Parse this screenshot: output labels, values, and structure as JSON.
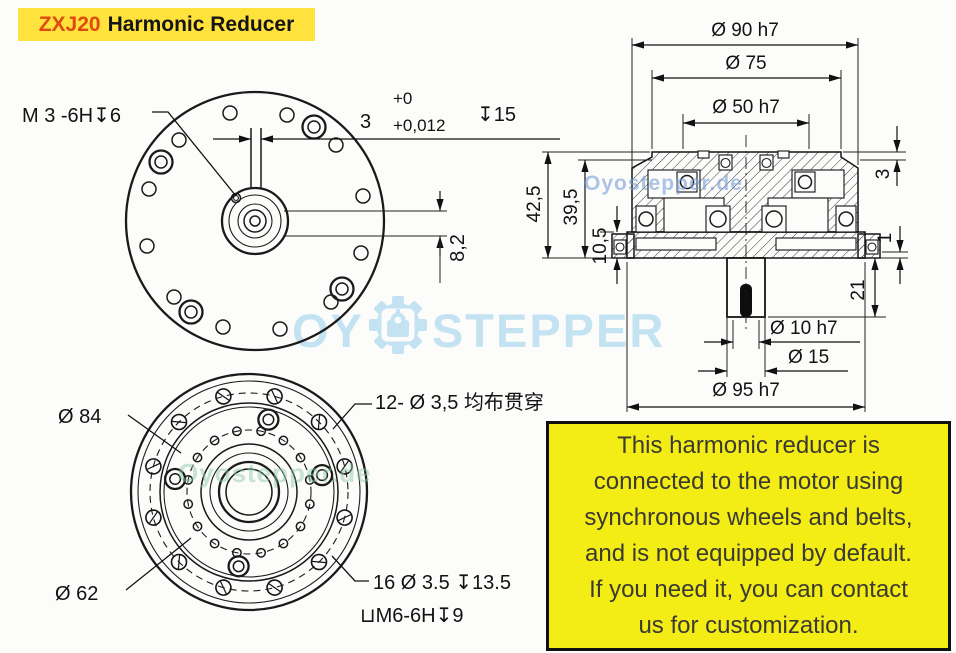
{
  "banner": {
    "model": "ZXJ20",
    "title": "Harmonic Reducer"
  },
  "front_view": {
    "thread_label": "M 3 -6H↧6",
    "slot": {
      "value": "3",
      "tol_upper": "+0",
      "tol_lower": "+0,012",
      "depth": "↧15"
    },
    "offset_dim": "8,2"
  },
  "section_view": {
    "dia_90": "Ø 90 h7",
    "dia_75": "Ø 75",
    "dia_50": "Ø 50 h7",
    "h_42_5": "42,5",
    "h_39_5": "39,5",
    "h_10_5": "10,5",
    "step_3": "3",
    "lip_1": "1",
    "shaft_21": "21",
    "dia_10": "Ø 10 h7",
    "dia_15": "Ø 15",
    "dia_95": "Ø 95 h7"
  },
  "bottom_view": {
    "outer_dia": "Ø 84",
    "inner_dia": "Ø 62",
    "through_holes": "12- Ø 3,5 均布贯穿",
    "counterbore_holes": "16 Ø 3.5 ↧13.5",
    "tapped_holes": "⊔M6-6H↧9"
  },
  "watermarks": {
    "center_prefix": "OY",
    "center_suffix": "STEPPER",
    "small": "Oyostepper.de"
  },
  "info_box": {
    "lines": [
      "This harmonic reducer is",
      "connected to the motor using",
      "synchronous wheels and belts,",
      "and is not equipped by default.",
      "If you need it, you can contact",
      "us for customization."
    ]
  },
  "colors": {
    "banner_bg": "#ffe33c",
    "accent_red": "#e04a10",
    "info_bg": "#f4ec15",
    "info_text": "#3a3a32",
    "watermark_blue": "#c2e2f2",
    "line_color": "#1a1a1a"
  }
}
